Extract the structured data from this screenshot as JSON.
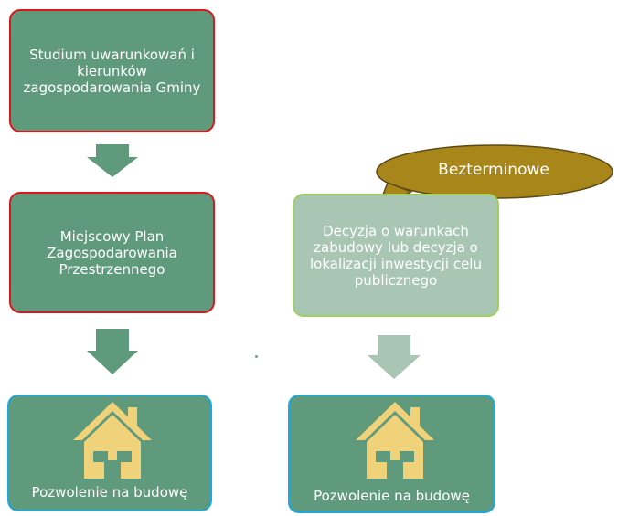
{
  "boxes": {
    "study": "Studium uwarunkowań i kierunków zagospodarowania Gminy",
    "local_plan": "Miejscowy Plan Zagospodarowania Przestrzennego",
    "decision": "Decyzja o warunkach zabudowy lub decyzja o lokalizacji inwestycji celu publicznego",
    "permit_left": "Pozwolenie na budowę",
    "permit_right": "Pozwolenie na budowę"
  },
  "callout": {
    "label": "Bezterminowe"
  },
  "colors": {
    "box_dark": "#5f9a7c",
    "box_light": "#a9c6b4",
    "border_red": "#e0141a",
    "border_green": "#9ed15a",
    "border_blue": "#1ea8e0",
    "arrow_dark": "#5f9a7c",
    "arrow_light": "#a9c6b4",
    "callout_fill": "#a8861a",
    "house": "#f0d27a"
  },
  "icons": {
    "house": "house-icon",
    "arrow": "arrow-down-icon"
  }
}
